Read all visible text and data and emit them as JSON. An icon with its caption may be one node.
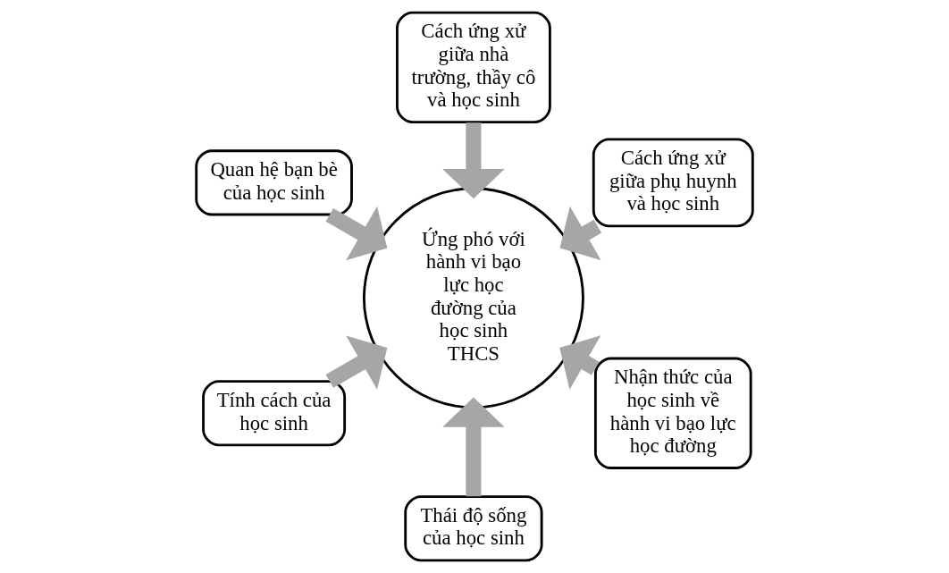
{
  "diagram": {
    "nodes": [
      {
        "text": [
          "Tính cách của học sinh"
        ]
      },
      {
        "text": [
          "Quan hệ bạn bè của học sinh"
        ]
      },
      {
        "text": [
          "Thái độ sống của học sinh"
        ]
      },
      {
        "text": [
          "Cách ứng xử giữa nhà trường, thầy cô và học sinh"
        ]
      },
      {
        "text": [
          "Ứng phó với hành vi bạo lực học đường của học sinh THCS"
        ]
      },
      {
        "text": [
          "Nhận thức của học sinh về hành vi bạo lực học đường"
        ]
      },
      {
        "text": [
          "Cách ứng xử giữa phụ huynh và học sinh"
        ]
      }
    ],
    "edges": [
      {
        "from": 0,
        "to": 4,
        "arrow": "to"
      },
      {
        "from": 1,
        "to": 4,
        "arrow": "to"
      },
      {
        "from": 2,
        "to": 4,
        "arrow": "to"
      },
      {
        "from": 3,
        "to": 4,
        "arrow": "to"
      },
      {
        "from": 5,
        "to": 4,
        "arrow": "to"
      },
      {
        "from": 6,
        "to": 4,
        "arrow": "to"
      }
    ]
  }
}
